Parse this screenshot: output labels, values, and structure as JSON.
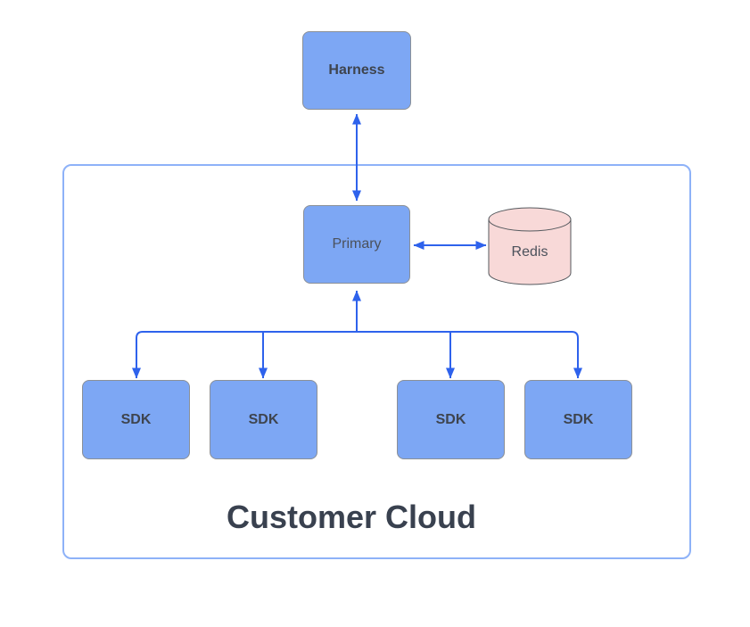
{
  "diagram": {
    "type": "architecture-flow",
    "container": {
      "label": "Customer Cloud"
    },
    "nodes": {
      "harness": {
        "label": "Harness",
        "shape": "rectangle"
      },
      "primary": {
        "label": "Primary",
        "shape": "rectangle"
      },
      "redis": {
        "label": "Redis",
        "shape": "cylinder"
      },
      "sdks": [
        {
          "label": "SDK"
        },
        {
          "label": "SDK"
        },
        {
          "label": "SDK"
        },
        {
          "label": "SDK"
        }
      ]
    },
    "edges": [
      {
        "from": "Harness",
        "to": "Primary",
        "direction": "bidirectional"
      },
      {
        "from": "Primary",
        "to": "Redis",
        "direction": "bidirectional"
      },
      {
        "from": "Primary",
        "to": "SDK x4",
        "direction": "fanout-up-arrow-to-primary-down-arrows-to-sdks"
      }
    ],
    "colors": {
      "node_fill": "#7DA7F4",
      "node_border": "#8B9097",
      "arrow_color": "#2E62EC",
      "container_border": "#8EB2F8",
      "redis_fill": "#F8D9D8",
      "redis_border": "#55595E",
      "label_color": "#3E444E",
      "label_color_soft": "#4B515B",
      "title_color": "#39414F"
    }
  }
}
